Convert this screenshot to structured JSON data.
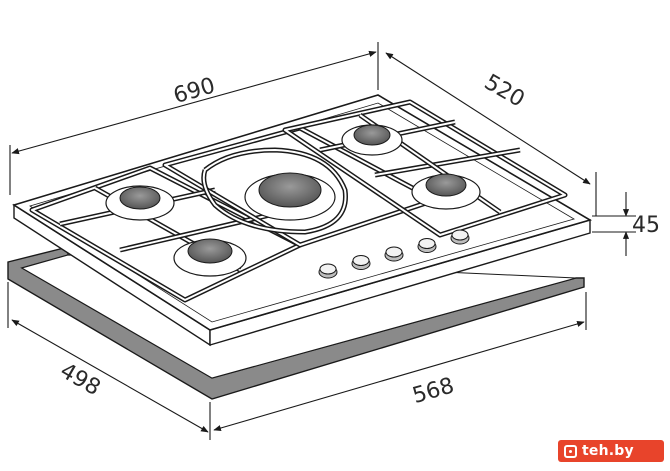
{
  "dimensions": {
    "width_top": "690",
    "depth_top": "520",
    "height": "45",
    "cutout_depth": "498",
    "cutout_width": "568"
  },
  "burners": [
    {
      "name": "rear-left"
    },
    {
      "name": "center-wok"
    },
    {
      "name": "rear-right"
    },
    {
      "name": "front-left"
    },
    {
      "name": "front-right"
    }
  ],
  "knobs_count": 5,
  "watermark": {
    "text": "teh.by",
    "icon": "camera-icon",
    "color": "#e8442b"
  },
  "colors": {
    "line": "#1a1a1a",
    "frame": "#8a8a8a",
    "burner": "#6e6e6e"
  }
}
